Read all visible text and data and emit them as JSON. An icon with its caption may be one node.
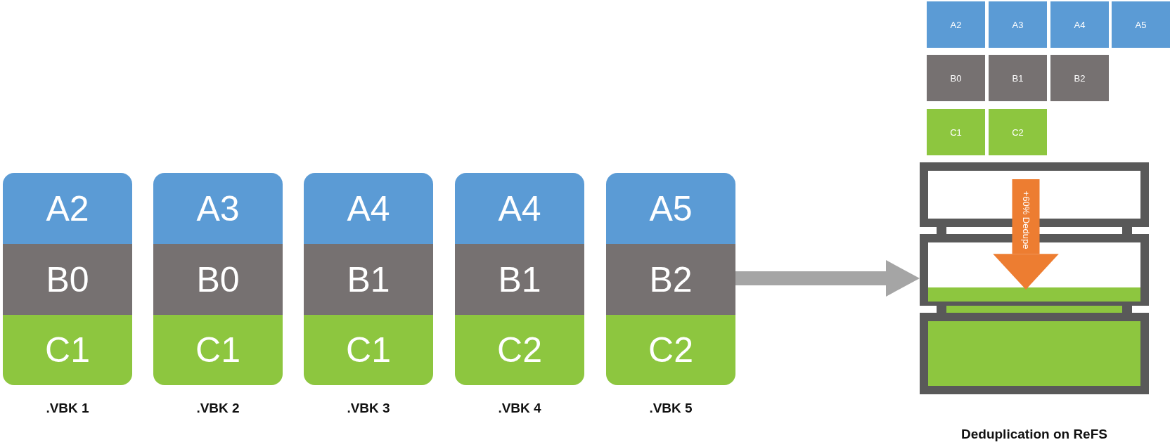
{
  "diagram": {
    "nodes": [
      {
        "text": [],
        "shape": "box",
        "beside": [
          ".VBK 1"
        ]
      },
      {
        "text": [
          "A2"
        ],
        "in": 0
      },
      {
        "text": [
          "B0"
        ],
        "in": 0
      },
      {
        "text": [
          "C1"
        ],
        "in": 0
      },
      {
        "text": [],
        "shape": "box",
        "beside": [
          ".VBK 2"
        ]
      },
      {
        "text": [
          "A3"
        ],
        "in": 4
      },
      {
        "text": [
          "B0"
        ],
        "in": 4
      },
      {
        "text": [
          "C1"
        ],
        "in": 4
      },
      {
        "text": [],
        "shape": "box",
        "beside": [
          ".VBK 3"
        ]
      },
      {
        "text": [
          "A4"
        ],
        "in": 8
      },
      {
        "text": [
          "B1"
        ],
        "in": 8
      },
      {
        "text": [
          "C1"
        ],
        "in": 8
      },
      {
        "text": [],
        "shape": "box",
        "beside": [
          ".VBK 4"
        ]
      },
      {
        "text": [
          "A4"
        ],
        "in": 12
      },
      {
        "text": [
          "B1"
        ],
        "in": 12
      },
      {
        "text": [
          "C2"
        ],
        "in": 12
      },
      {
        "text": [],
        "shape": "box",
        "beside": [
          ".VBK 5"
        ]
      },
      {
        "text": [
          "A5"
        ],
        "in": 16
      },
      {
        "text": [
          "B2"
        ],
        "in": 16
      },
      {
        "text": [
          "C2"
        ],
        "in": 16
      },
      {
        "text": [
          "A2"
        ]
      },
      {
        "text": [
          "A3"
        ]
      },
      {
        "text": [
          "A4"
        ]
      },
      {
        "text": [
          "A5"
        ]
      },
      {
        "text": [
          "B0"
        ]
      },
      {
        "text": [
          "B1"
        ]
      },
      {
        "text": [
          "B2"
        ]
      },
      {
        "text": [
          "C1"
        ]
      },
      {
        "text": [
          "C2"
        ]
      },
      {
        "text": [],
        "shape": "picture",
        "beside": [
          "Deduplication on ReFS"
        ]
      }
    ],
    "edges": [
      {
        "from": 16,
        "to": 29,
        "arrow": "to",
        "color": "#a5a5a5"
      },
      {
        "from": null,
        "to": 29,
        "arrow": "to",
        "label": "+60% Dedupe",
        "style": "thick",
        "color": "#ed7d31"
      }
    ]
  }
}
